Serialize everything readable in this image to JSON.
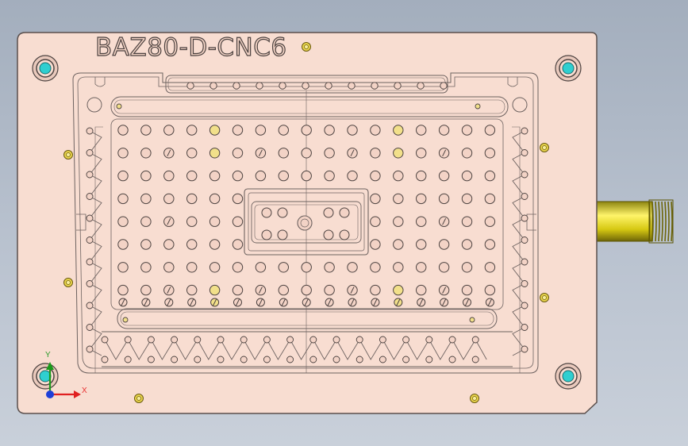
{
  "part_label": "BAZ80-D-CNC6",
  "triad": {
    "x_label": "X",
    "y_label": "Y"
  },
  "colors": {
    "background": "#b3bcc9",
    "plate": "#f8ddd1",
    "plate_edge": "#5a4f4c",
    "hole_fill": "#f3d3c6",
    "pin": "#f2e08a",
    "cyan_bushing": "#2fcfd0",
    "fitting": "#d8c91a"
  }
}
